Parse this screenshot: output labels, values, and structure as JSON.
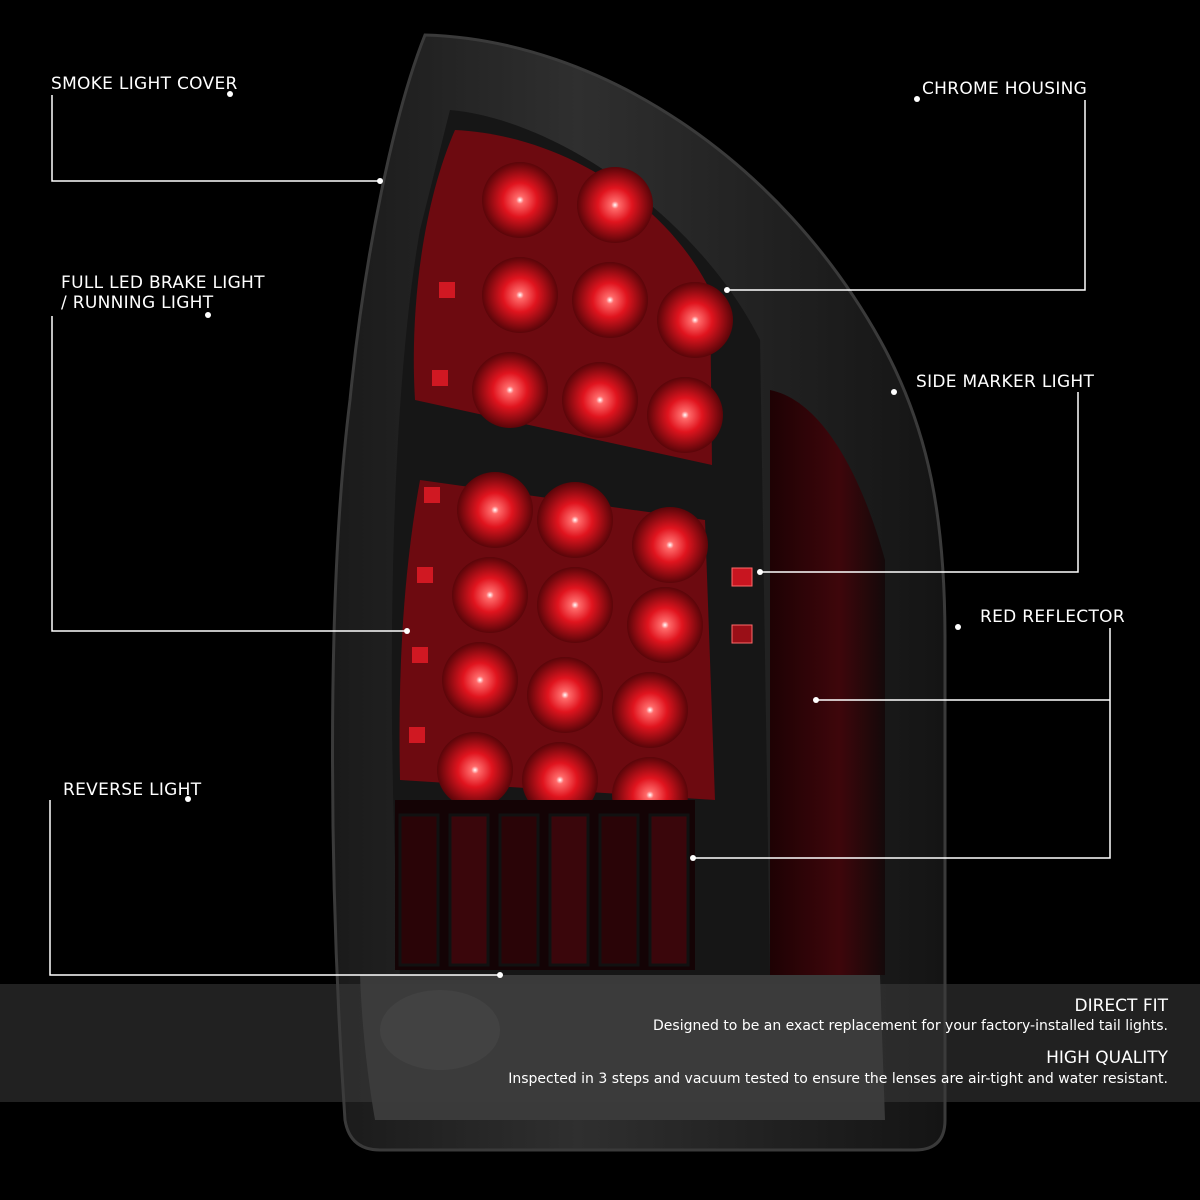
{
  "callouts": {
    "smoke_light_cover": "SMOKE LIGHT COVER",
    "chrome_housing": "CHROME HOUSING",
    "full_led_line1": "FULL LED BRAKE LIGHT",
    "full_led_line2": "/ RUNNING LIGHT",
    "side_marker_light": "SIDE MARKER LIGHT",
    "red_reflector": "RED REFLECTOR",
    "reverse_light": "REVERSE LIGHT"
  },
  "features": [
    {
      "title": "DIRECT FIT",
      "description": "Designed to be an exact replacement for your factory-installed tail lights."
    },
    {
      "title": "HIGH QUALITY",
      "description": "Inspected in 3 steps and vacuum tested to ensure the lenses are air-tight and water resistant."
    }
  ],
  "colors": {
    "background": "#000000",
    "led_red": "#ff2a2a",
    "lens_red": "#8a0d14",
    "smoke_shell": "#2a2a2a"
  }
}
